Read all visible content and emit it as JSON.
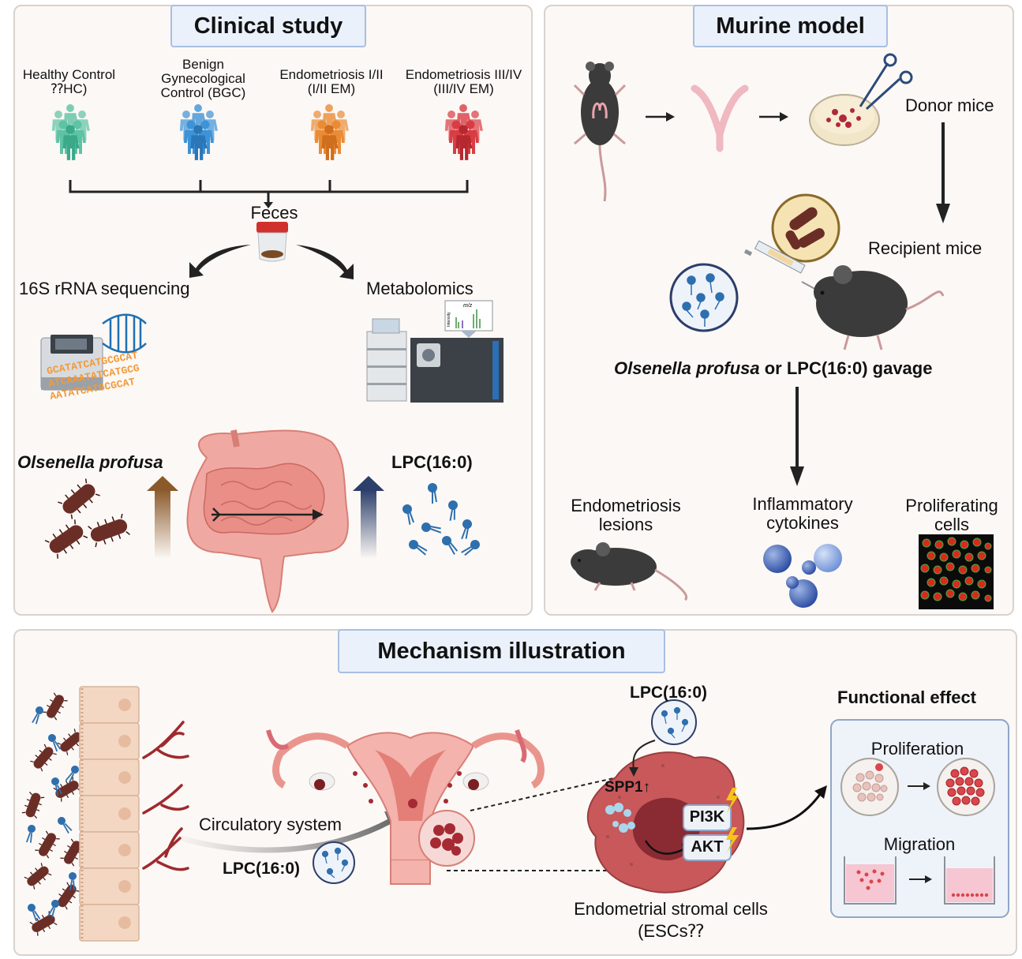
{
  "clinical": {
    "title": "Clinical study",
    "groups": [
      {
        "line1": "Healthy Control",
        "line2": "⁇HC)",
        "color": "#5ec3a4"
      },
      {
        "line0": "Benign",
        "line1": "Gynecological",
        "line2": "Control (BGC)",
        "color": "#3d93d6"
      },
      {
        "line1": "Endometriosis I/II",
        "line2": "(I/II EM)",
        "color": "#ea8c35"
      },
      {
        "line1": "Endometriosis III/IV",
        "line2": "(III/IV EM)",
        "color": "#d93d44"
      }
    ],
    "feces": "Feces",
    "seq": "16S rRNA sequencing",
    "metab": "Metabolomics",
    "dna_text": [
      "GCATATCATGCGCAT",
      "ATCAAATATCATGCG",
      "AATATCATGCGCAT"
    ],
    "bacteria": "Olsenella profusa",
    "lpc": "LPC(16:0)",
    "ms_x": "m/z",
    "ms_y": "Intensity"
  },
  "murine": {
    "title": "Murine model",
    "donor": "Donor mice",
    "recipient": "Recipient  mice",
    "gavage_italic": "Olsenella profusa",
    "gavage_rest": " or LPC(16:0) gavage",
    "outcomes": [
      {
        "line1": "Endometriosis",
        "line2": "lesions"
      },
      {
        "line1": "Inflammatory",
        "line2": "cytokines"
      },
      {
        "line1": "Proliferating",
        "line2": "cells"
      }
    ]
  },
  "mechanism": {
    "title": "Mechanism illustration",
    "circ": "Circulatory system",
    "lpc_left": "LPC(16:0)",
    "lpc_top": "LPC(16:0)",
    "spp1": "SPP1↑",
    "pi3k": "PI3K",
    "akt": "AKT",
    "esc_line1": "Endometrial stromal cells",
    "esc_line2": "(ESCs⁇",
    "func_title": "Functional effect",
    "prolif": "Proliferation",
    "migration": "Migration"
  }
}
